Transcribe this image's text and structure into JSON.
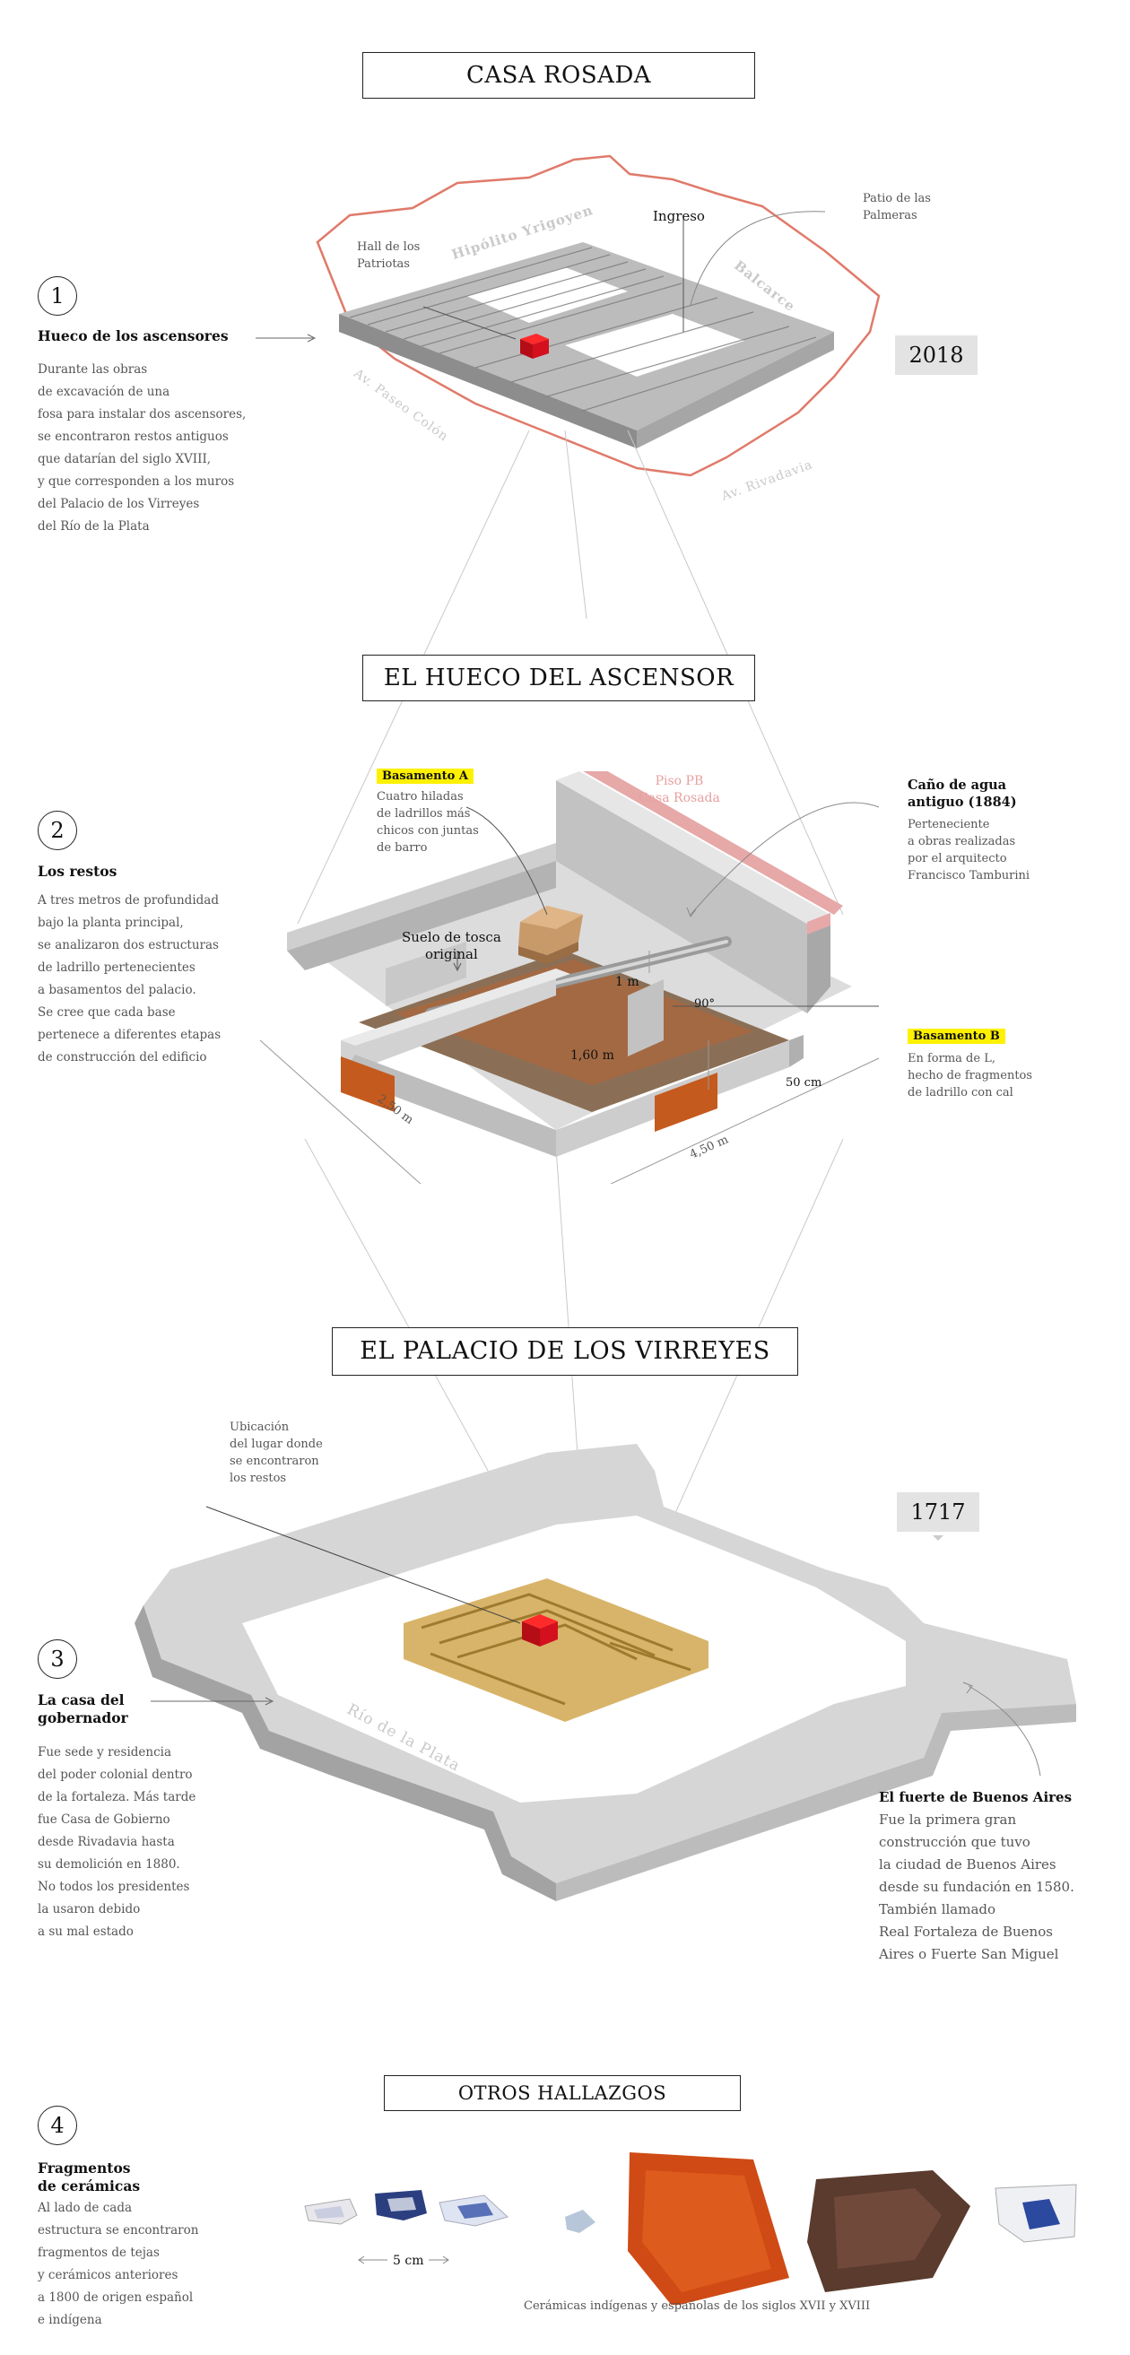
{
  "titles": {
    "casa_rosada": "CASA ROSADA",
    "hueco": "EL HUECO DEL ASCENSOR",
    "palacio": "EL PALACIO DE LOS VIRREYES",
    "hallazgos": "OTROS HALLAZGOS"
  },
  "section1": {
    "number": "1",
    "heading": "Hueco de los ascensores",
    "body": [
      "Durante las obras",
      "de excavación de una",
      "fosa para instalar dos ascensores,",
      "se encontraron restos antiguos",
      "que datarían del siglo XVIII,",
      "y que corresponden a los muros",
      "del Palacio de los Virreyes",
      "del Río de la Plata"
    ],
    "year": "2018",
    "labels": {
      "hall": [
        "Hall de los",
        "Patriotas"
      ],
      "ingreso": "Ingreso",
      "patio": [
        "Patio de las",
        "Palmeras"
      ]
    },
    "streets": {
      "yrigoyen": "Hipólito Yrigoyen",
      "balcarce": "Balcarce",
      "colon": "Av. Paseo Colón",
      "rivadavia": "Av. Rivadavia"
    }
  },
  "section2": {
    "number": "2",
    "heading": "Los restos",
    "body": [
      "A tres metros de profundidad",
      "bajo la planta principal,",
      "se analizaron dos estructuras",
      "de ladrillo pertenecientes",
      "a basamentos del palacio.",
      "Se cree que cada base",
      "pertenece a diferentes etapas",
      "de construcción del edificio"
    ],
    "basamento_a": {
      "title": "Basamento A",
      "body": [
        "Cuatro hiladas",
        "de ladrillos más",
        "chicos con juntas",
        "de barro"
      ]
    },
    "piso_pb": [
      "Piso PB",
      "Casa Rosada"
    ],
    "cano": {
      "title": [
        "Caño de agua",
        "antiguo (1884)"
      ],
      "body": [
        "Perteneciente",
        "a obras realizadas",
        "por el arquitecto",
        "Francisco Tamburini"
      ]
    },
    "suelo": [
      "Suelo de tosca",
      "original"
    ],
    "basamento_b": {
      "title": "Basamento B",
      "body": [
        "En forma de L,",
        "hecho de fragmentos",
        "de ladrillo con cal"
      ]
    },
    "dims": {
      "one_m": "1 m",
      "angle": "90°",
      "len160": "1,60 m",
      "h50": "50 cm",
      "w250": "2,50 m",
      "w450": "4,50 m"
    }
  },
  "section3": {
    "number": "3",
    "heading": [
      "La casa del",
      "gobernador"
    ],
    "body": [
      "Fue sede y residencia",
      "del poder colonial dentro",
      "de la fortaleza. Más tarde",
      "fue Casa de Gobierno",
      "desde Rivadavia hasta",
      "su demolición en 1880.",
      "No todos los presidentes",
      "la usaron debido",
      "a su mal estado"
    ],
    "year": "1717",
    "ubicacion": [
      "Ubicación",
      "del lugar donde",
      "se encontraron",
      "los restos"
    ],
    "rio": "Río de la Plata",
    "fuerte": {
      "title": "El fuerte de Buenos Aires",
      "body": [
        "Fue la primera gran",
        "construcción que tuvo",
        "la ciudad de Buenos Aires",
        "desde su fundación en 1580.",
        "También llamado",
        "Real Fortaleza de Buenos",
        "Aires o Fuerte San Miguel"
      ]
    }
  },
  "section4": {
    "number": "4",
    "heading": [
      "Fragmentos",
      "de cerámicas"
    ],
    "body": [
      "Al lado de cada",
      "estructura se encontraron",
      "fragmentos de tejas",
      "y cerámicos anteriores",
      "a 1800 de origen español",
      "e indígena"
    ],
    "scale": "5 cm",
    "caption": "Cerámicas indígenas y españolas de los siglos XVII y XVIII"
  },
  "colors": {
    "outline_red": "#e07a6a",
    "highlight_yellow": "#fdf100",
    "marker_red": "#d4101e",
    "brick_orange": "#c55a1e",
    "wall_gray": "#c8c8c8",
    "foundation_tan": "#c9a24a"
  }
}
